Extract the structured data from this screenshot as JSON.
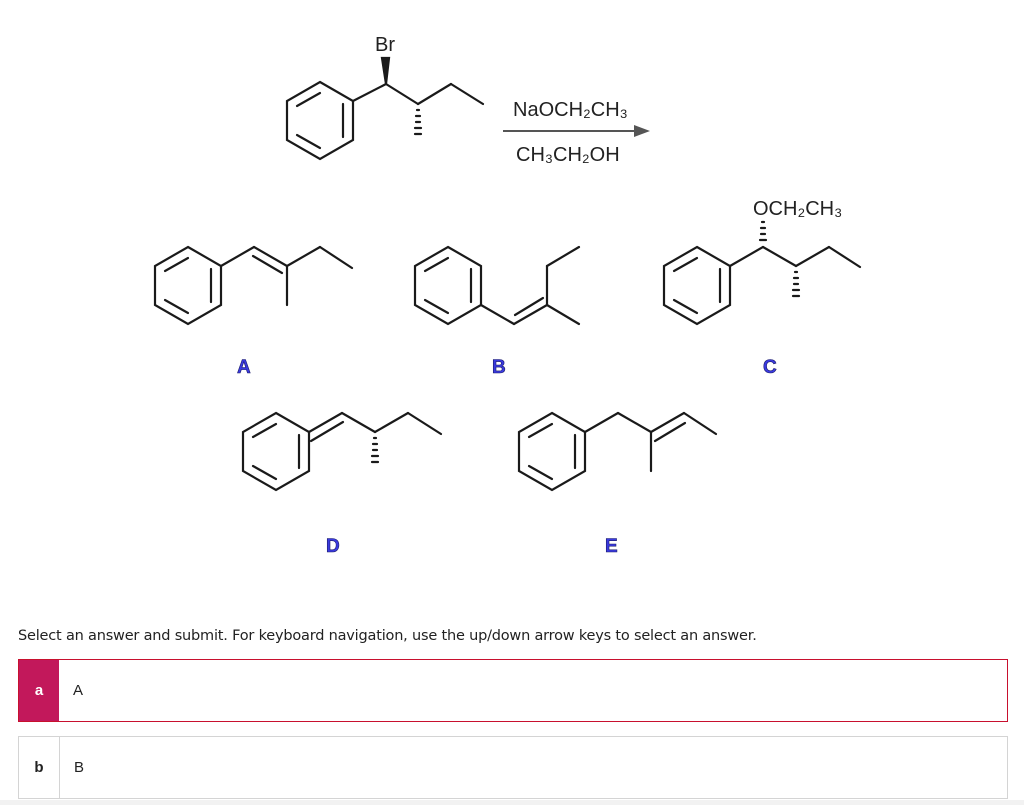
{
  "reaction": {
    "leaving_group": "Br",
    "reagent": "NaOCH₂CH₃",
    "solvent": "CH₃CH₂OH"
  },
  "options": [
    {
      "letter": "A"
    },
    {
      "letter": "B"
    },
    {
      "letter": "C",
      "substituent": "OCH₂CH₃"
    },
    {
      "letter": "D"
    },
    {
      "letter": "E"
    }
  ],
  "instructions": "Select an answer and submit. For keyboard navigation, use the up/down arrow keys to select an answer.",
  "answers": [
    {
      "key": "a",
      "label": "A",
      "selected": true
    },
    {
      "key": "b",
      "label": "B",
      "selected": false
    }
  ],
  "colors": {
    "selected_accent": "#c2185b",
    "selected_border": "#c8102e",
    "option_letter": "#3a3ae0"
  }
}
